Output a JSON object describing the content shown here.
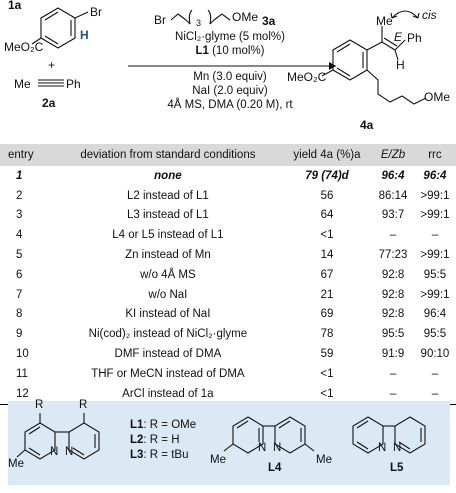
{
  "scheme": {
    "reactant1": {
      "id": "1a",
      "ester": "MeO₂C",
      "br": "Br",
      "h": "H"
    },
    "plus": "+",
    "reactant2": {
      "id": "2a",
      "me": "Me",
      "ph": "Ph"
    },
    "reagent": {
      "id": "3a",
      "br": "Br",
      "ome": "OMe",
      "sub": "3"
    },
    "conditions": {
      "line1": "NiCl₂·glyme (5 mol%)",
      "line2_lig": "L1",
      "line2_rest": " (10 mol%)",
      "line3": "Mn (3.0 equiv)",
      "line4": "NaI (2.0 equiv)",
      "line5": "4Å MS, DMA (0.20 M), rt"
    },
    "product": {
      "id": "4a",
      "ester": "MeO₂C",
      "me": "Me",
      "e": "E",
      "ph": "Ph",
      "h": "H",
      "ome": "OMe",
      "cis": "cis"
    }
  },
  "table": {
    "headers": {
      "entry": "entry",
      "deviation": "deviation from standard conditions",
      "yield": "yield 4a (%)a",
      "ez": "E/Zb",
      "rr": "rrc"
    },
    "rows": [
      {
        "entry": "1",
        "deviation": "none",
        "yield": "79 (74)d",
        "ez": "96:4",
        "rr": "96:4"
      },
      {
        "entry": "2",
        "deviation": "L2 instead of L1",
        "yield": "56",
        "ez": "86:14",
        "rr": ">99:1"
      },
      {
        "entry": "3",
        "deviation": "L3 instead of L1",
        "yield": "64",
        "ez": "93:7",
        "rr": ">99:1"
      },
      {
        "entry": "4",
        "deviation": "L4 or L5 instead of L1",
        "yield": "<1",
        "ez": "–",
        "rr": "–"
      },
      {
        "entry": "5",
        "deviation": "Zn instead of Mn",
        "yield": "14",
        "ez": "77:23",
        "rr": ">99:1"
      },
      {
        "entry": "6",
        "deviation": "w/o 4Å MS",
        "yield": "67",
        "ez": "92:8",
        "rr": "95:5"
      },
      {
        "entry": "7",
        "deviation": "w/o NaI",
        "yield": "21",
        "ez": "92:8",
        "rr": ">99:1"
      },
      {
        "entry": "8",
        "deviation": "KI  instead of NaI",
        "yield": "69",
        "ez": "92:8",
        "rr": "96:4"
      },
      {
        "entry": "9",
        "deviation": "Ni(cod)₂ instead of NiCl₂·glyme",
        "yield": "78",
        "ez": "95:5",
        "rr": "95:5"
      },
      {
        "entry": "10",
        "deviation": "DMF instead of DMA",
        "yield": "59",
        "ez": "91:9",
        "rr": "90:10"
      },
      {
        "entry": "11",
        "deviation": "THF or MeCN instead of DMA",
        "yield": "<1",
        "ez": "–",
        "rr": "–"
      },
      {
        "entry": "12",
        "deviation": "ArCl instead of 1a",
        "yield": "<1",
        "ez": "–",
        "rr": "–"
      }
    ]
  },
  "ligands": {
    "r": "R",
    "me": "Me",
    "n": "N",
    "l1": {
      "name": "L1",
      "rest": ": R = OMe"
    },
    "l2": {
      "name": "L2",
      "rest": ": R = H"
    },
    "l3": {
      "name": "L3",
      "rest": ": R = tBu"
    },
    "l4": "L4",
    "l5": "L5"
  },
  "colors": {
    "ligand_box": "#dbe9f5",
    "header": "#d9d9d9",
    "h_highlight": "#1f4e9c"
  }
}
